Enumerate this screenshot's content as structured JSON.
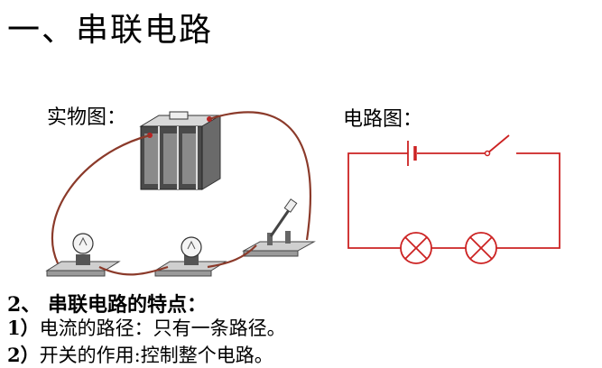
{
  "title": "一、串联电路",
  "labels": {
    "physical": "实物图：",
    "schematic": "电路图："
  },
  "section": {
    "heading": "2、 串联电路的特点：",
    "points": [
      {
        "num": "1）",
        "text": "电流的路径：只有一条路径。"
      },
      {
        "num": "2）",
        "text": "开关的作用:控制整个电路。"
      }
    ]
  },
  "colors": {
    "wire_physical": "#8b3a2a",
    "wire_schematic": "#cc2222",
    "battery_body": "#555555",
    "base_plate": "#9a9a9a"
  }
}
